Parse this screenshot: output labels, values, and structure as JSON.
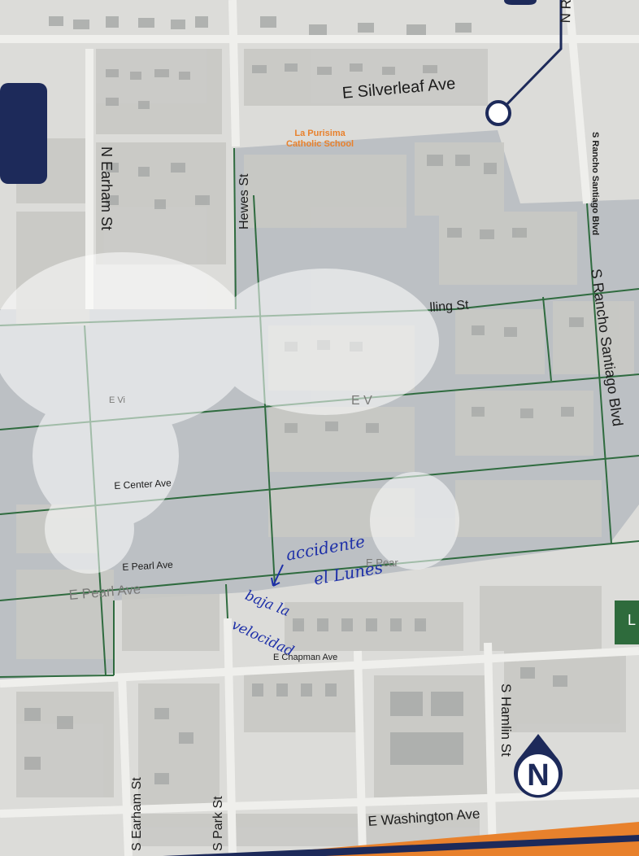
{
  "colors": {
    "street_line": "#2f6b3f",
    "route_line": "#1d2a5a",
    "school_label": "#e8812c",
    "handwriting": "#1d2fa8",
    "zone_fill": "#b9bec3",
    "block_fill": "#c8c8c4",
    "building_fill": "#aeaeaa"
  },
  "streets": {
    "n_ra": "N Ra",
    "e_silverleaf": "E Silverleaf Ave",
    "n_earham_north": "N Earham St",
    "hewes": "Hewes St",
    "s_rancho_top": "S Rancho Santiago Blvd",
    "s_rancho_mid": "S Rancho Santiago Blvd",
    "lincoln_fragment": "lling St",
    "e_v_left": "E Vi",
    "e_v_center": "E V",
    "e_center_ave": "E Center Ave",
    "e_pearl_ave": "E Pearl Ave",
    "e_pearl_ave_faded": "E Pearl Ave",
    "e_pearl_right": "E Pear",
    "e_chapman": "E Chapman Ave",
    "s_hamlin": "S Hamlin St",
    "s_earham_south": "S Earham St",
    "s_park": "S Park St",
    "e_washington": "E Washington Ave"
  },
  "poi": {
    "school_line1": "La Purisima",
    "school_line2": "Catholic School"
  },
  "route": {
    "stop_icon": "stop-circle-icon",
    "edge_label": "L"
  },
  "compass": {
    "icon": "north-arrow-icon",
    "letter": "N"
  },
  "handwriting": {
    "line1": "accidente",
    "line2": "el Lunes",
    "line3": "baja la",
    "line4": "velocidad"
  }
}
